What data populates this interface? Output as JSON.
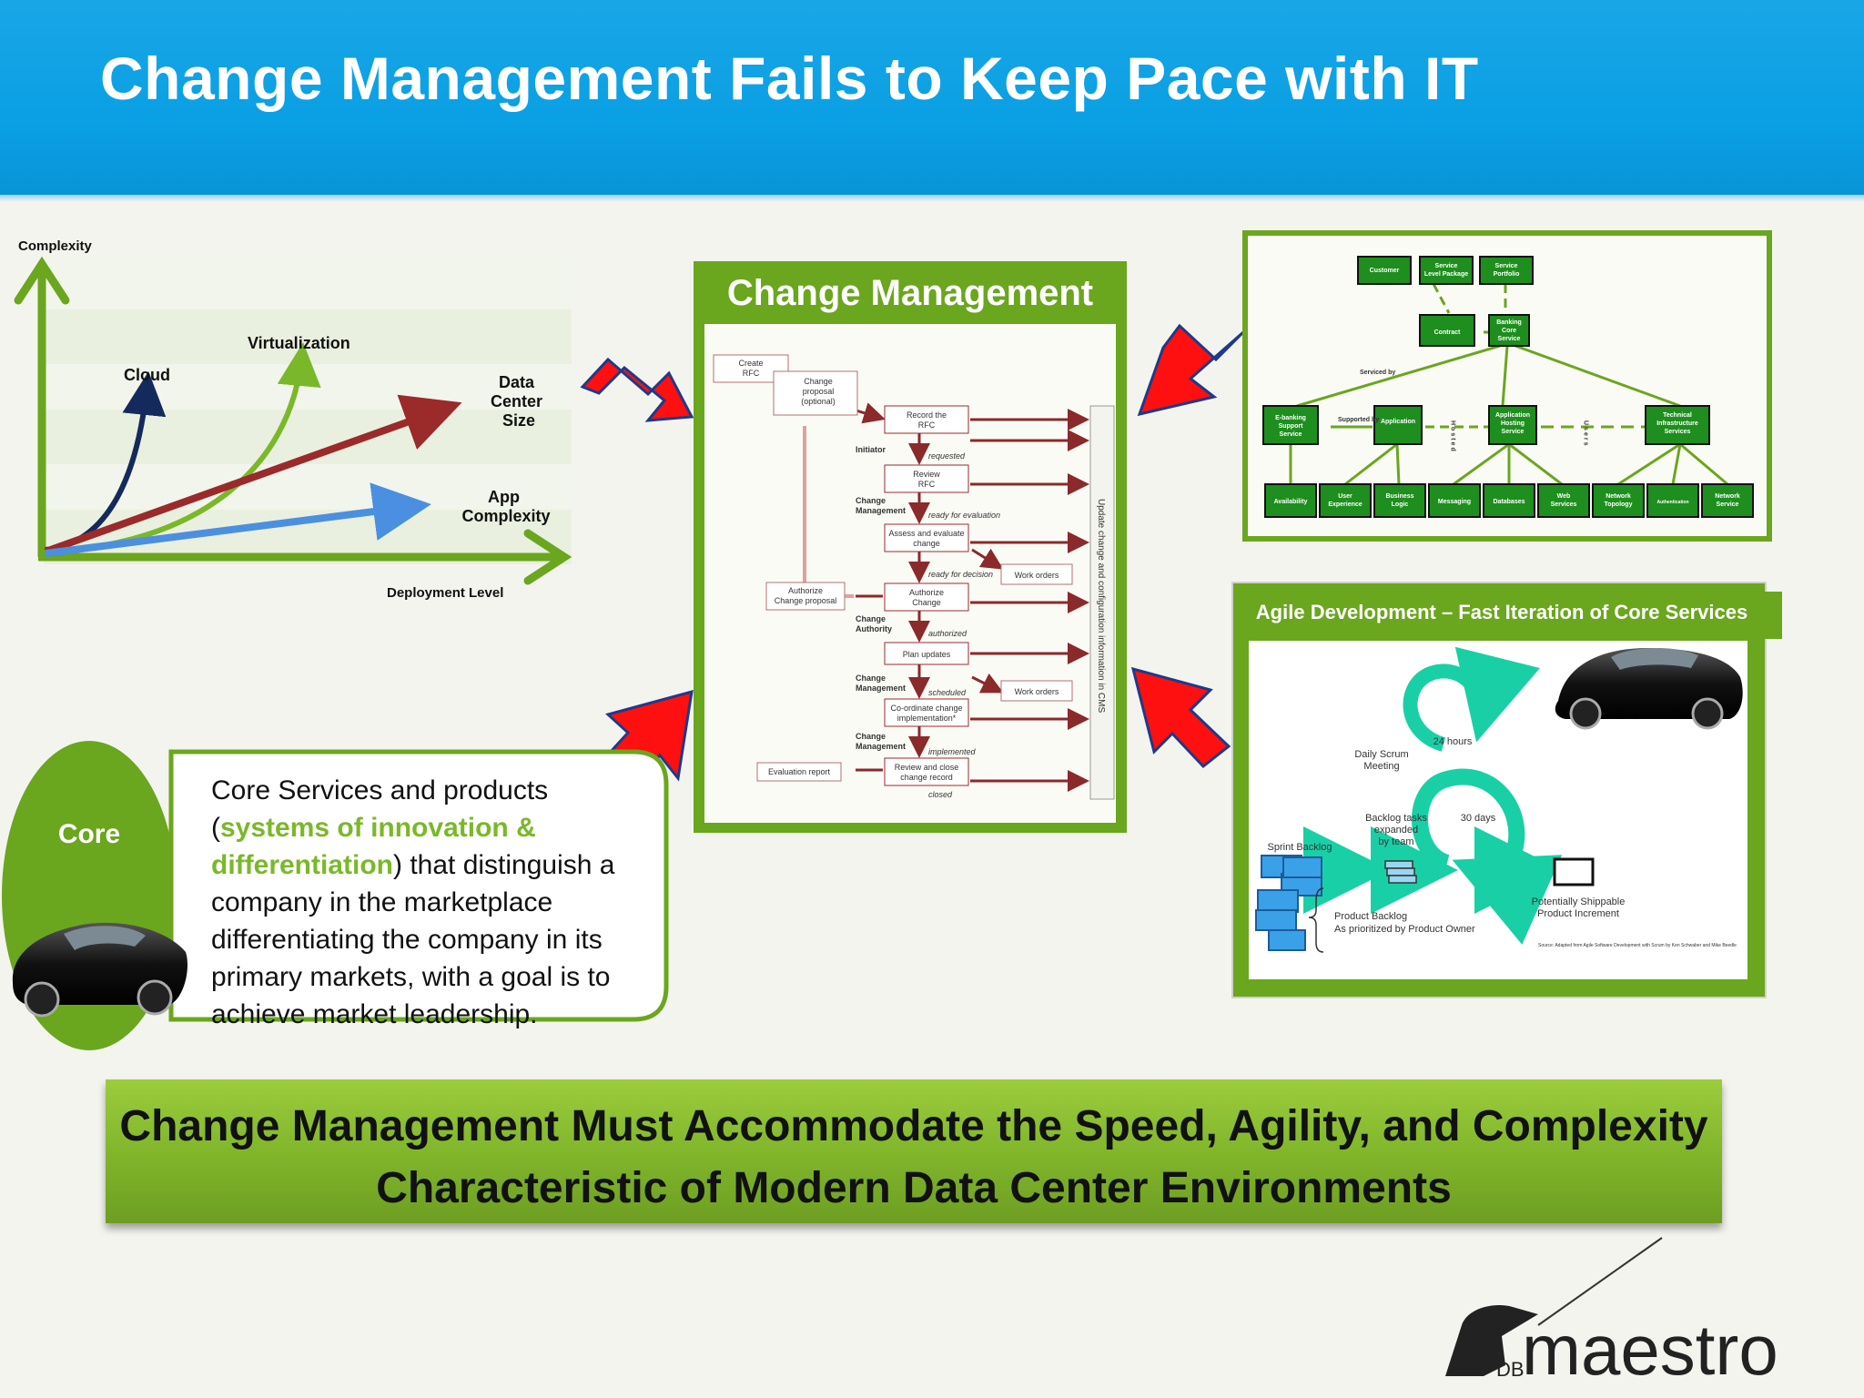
{
  "slide": {
    "title": "Change Management Fails to Keep Pace with IT",
    "banner": "Change Management Must Accommodate the Speed, Agility, and Complexity Characteristic of Modern Data Center Environments"
  },
  "complexity_chart": {
    "y_label": "Complexity",
    "x_label": "Deployment Level",
    "curves": [
      "Cloud",
      "Virtualization"
    ],
    "lines": [
      {
        "name": "Data Center Size",
        "lines": [
          "Data",
          "Center",
          "Size"
        ]
      },
      {
        "name": "App Complexity",
        "lines": [
          "App",
          "Complexity"
        ]
      }
    ]
  },
  "change_management": {
    "title": "Change Management",
    "side_label": "Update change and configuration information in CMS",
    "steps": [
      "Record the RFC",
      "Review RFC",
      "Assess and evaluate change",
      "Authorize Change",
      "Plan updates",
      "Co-ordinate change implementation*",
      "Review and close change record"
    ],
    "states": [
      "requested",
      "ready for evaluation",
      "ready for decision",
      "authorized",
      "scheduled",
      "implemented",
      "closed"
    ],
    "roles": [
      "Initiator",
      "Change Management",
      "Change Authority",
      "Change Management",
      "Change Management"
    ],
    "docs": [
      "Create RFC",
      "Change proposal (optional)",
      "Authorize Change proposal",
      "Evaluation report",
      "Work orders",
      "Work orders"
    ]
  },
  "service_model": {
    "top": [
      "Customer",
      "Service Level Package",
      "Service Portfolio"
    ],
    "mid": [
      "Contract",
      "Banking Core Service"
    ],
    "serviced_by": "Serviced by",
    "supported_by": "Supported by",
    "hosted": "Hosted",
    "users": "Users",
    "level3": [
      "E-banking Support Service",
      "Application",
      "Application Hosting Service",
      "Technical Infrastructure Services"
    ],
    "bottom": [
      "Availability",
      "User Experience",
      "Business Logic",
      "Messaging",
      "Databases",
      "Web Services",
      "Network Topology",
      "Authentication",
      "Network Service"
    ]
  },
  "agile": {
    "title": "Agile Development – Fast Iteration of Core Services",
    "daily_scrum": "Daily Scrum Meeting",
    "hours": "24 hours",
    "days": "30 days",
    "backlog_tasks": "Backlog tasks expanded by team",
    "sprint_backlog": "Sprint Backlog",
    "product_backlog": "Product Backlog",
    "product_backlog_note": "As prioritized by Product Owner",
    "increment": "Potentially Shippable Product Increment",
    "source": "Source: Adapted from Agile Software Development with Scrum by Ken Schwaber and Mike Beedle"
  },
  "core": {
    "label": "Core",
    "text_a": "Core Services and products (",
    "highlight": "systems of innovation & differentiation",
    "text_b": ") that distinguish a company in the marketplace differentiating the company in its primary markets, with a goal is to achieve market leadership."
  },
  "logo": {
    "small": "DB",
    "text": "maestro"
  },
  "colors": {
    "header": "#0aa0e4",
    "accent_green": "#6aa61e",
    "arrow_red": "#ff0000",
    "line_red": "#9b2a2a",
    "line_blue": "#4b8fe0",
    "curve_navy": "#142a5c"
  }
}
